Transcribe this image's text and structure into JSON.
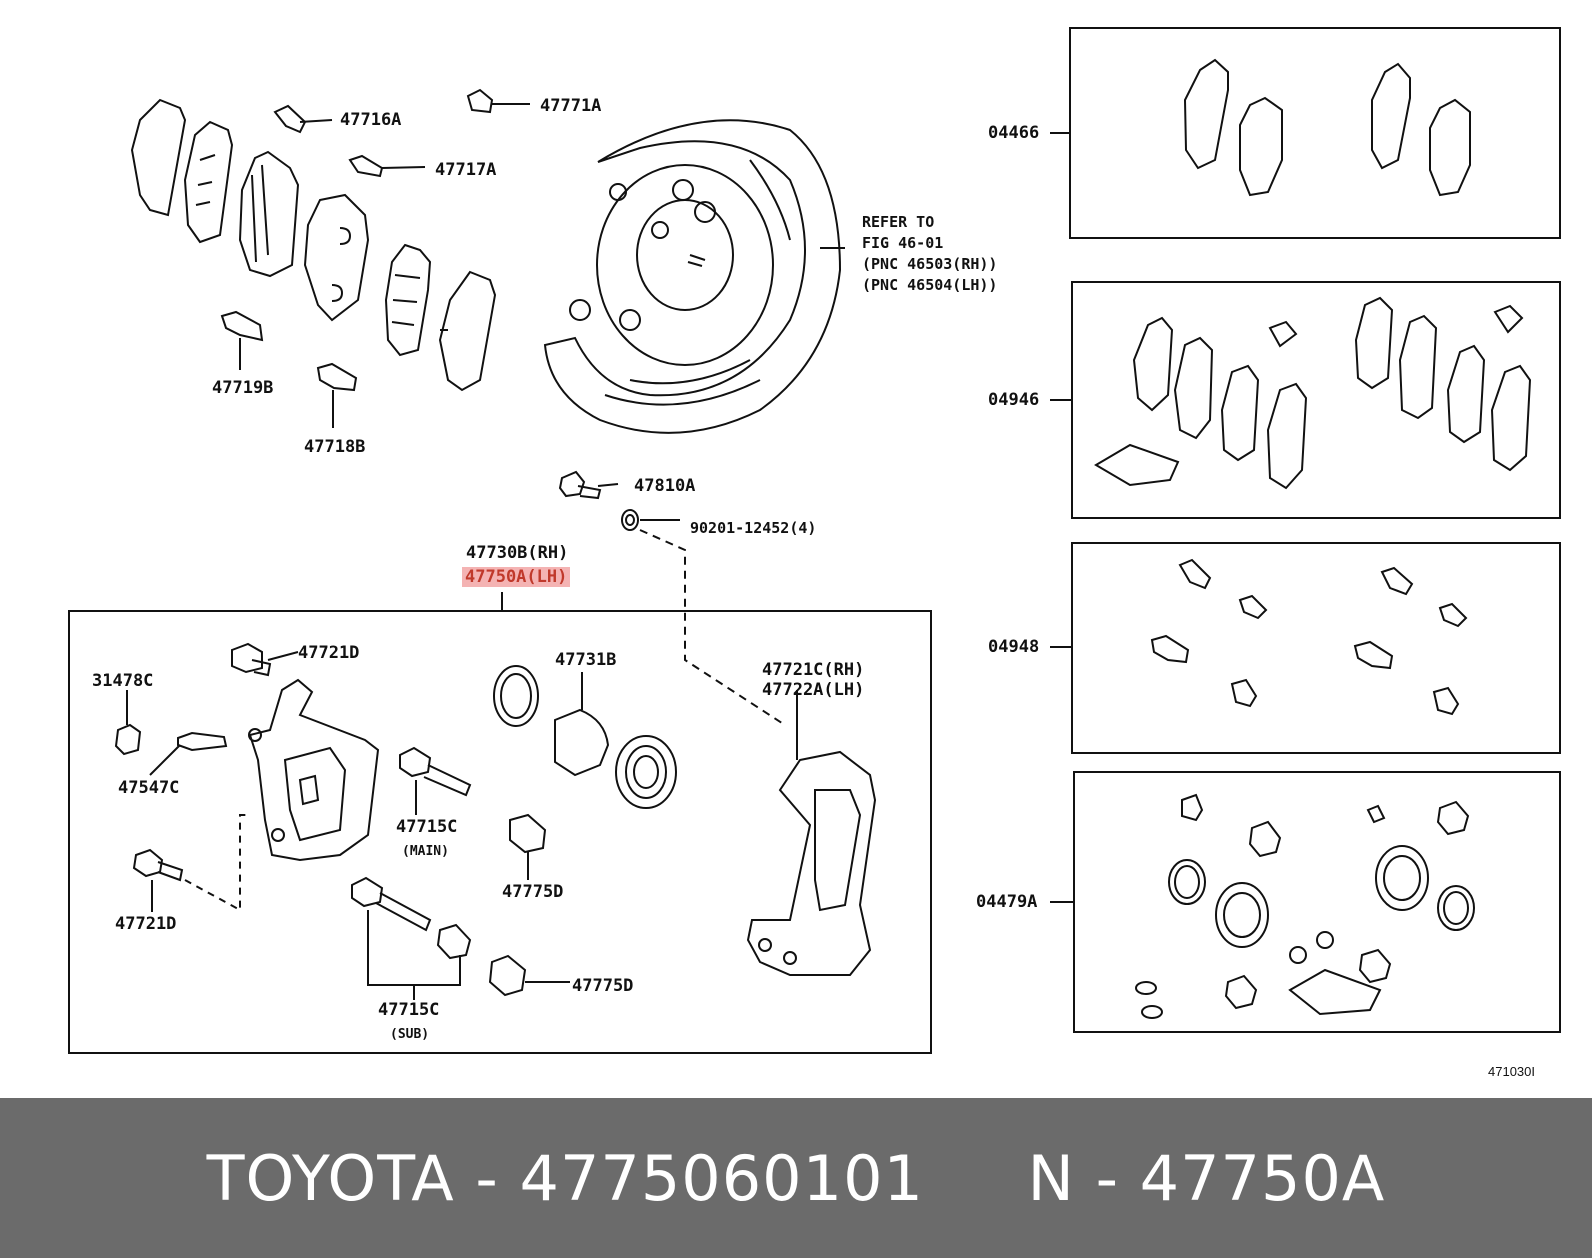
{
  "labels": {
    "p47716A": "47716A",
    "p47771A": "47771A",
    "p47717A": "47717A",
    "refer1": "REFER TO",
    "refer2": "FIG 46-01",
    "refer3": "(PNC 46503(RH))",
    "refer4": "(PNC 46504(LH))",
    "p47719B": "47719B",
    "p47718B": "47718B",
    "p47810A": "47810A",
    "p90201": "90201-12452(4)",
    "p47730B": "47730B(RH)",
    "p47750A": "47750A(LH)",
    "p47721D_top": "47721D",
    "p31478C": "31478C",
    "p47547C": "47547C",
    "p47721D_bot": "47721D",
    "p47731B": "47731B",
    "p47715C_main": "47715C",
    "main": "(MAIN)",
    "p47775D_a": "47775D",
    "p47775D_b": "47775D",
    "p47715C_sub": "47715C",
    "sub": "(SUB)",
    "p47721C": "47721C(RH)",
    "p47722A": "47722A(LH)",
    "k04466": "04466",
    "k04946": "04946",
    "k04948": "04948",
    "k04479A": "04479A",
    "fig": "471030I"
  },
  "footer": {
    "text": "TOYOTA - 4775060101     N - 47750A"
  },
  "colors": {
    "highlight_bg": "#f4b3b3",
    "highlight_text": "#c0392b",
    "footer_bg": "#6b6b6b"
  }
}
